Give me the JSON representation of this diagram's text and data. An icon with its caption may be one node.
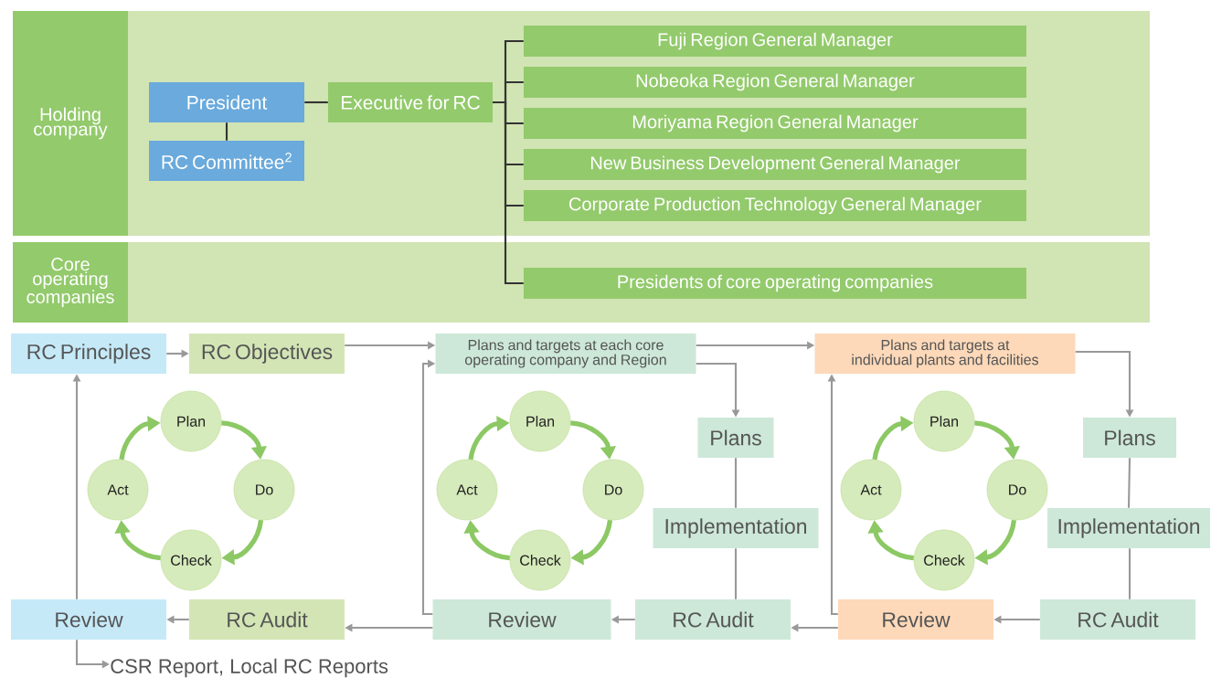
{
  "diagram": {
    "nodes": [
      {
        "text": [
          "Holding company"
        ]
      },
      {
        "text": [
          "President"
        ],
        "in": 0
      },
      {
        "text": [
          "RC Committee$^{2}$"
        ],
        "in": 0
      },
      {
        "text": [
          "Executive for RC"
        ],
        "in": 0
      },
      {
        "text": [
          "Fuji Region General Manager"
        ],
        "in": 0
      },
      {
        "text": [
          "Nobeoka Region General Manager"
        ],
        "in": 0
      },
      {
        "text": [
          "Moriyama Region General Manager"
        ],
        "in": 0
      },
      {
        "text": [
          "New Business Development General Manager"
        ],
        "in": 0
      },
      {
        "text": [
          "Corporate Production Technology General Manager"
        ],
        "in": 0
      },
      {
        "text": [
          "Core operating companies"
        ]
      },
      {
        "text": [
          "Presidents of core operating companies"
        ],
        "in": 9
      },
      {
        "text": [
          "RC Principles"
        ]
      },
      {
        "text": [
          "RC Objectives"
        ]
      },
      {
        "text": [
          "Plans and targets at each core operating company and Region"
        ]
      },
      {
        "text": [
          "Plans and targets at individual plants and facilities"
        ]
      },
      {
        "text": [
          "Plans"
        ]
      },
      {
        "text": [
          "Implementation"
        ]
      },
      {
        "text": [
          "RC Audit"
        ]
      },
      {
        "text": [
          "Review"
        ]
      },
      {
        "text": [
          "Plans"
        ]
      },
      {
        "text": [
          "Implementation"
        ]
      },
      {
        "text": [
          "RC Audit"
        ]
      },
      {
        "text": [
          "Review"
        ]
      },
      {
        "text": [
          "RC Audit"
        ]
      },
      {
        "text": [
          "Review"
        ]
      },
      {
        "text": [
          "CSR Report, Local RC Reports"
        ]
      },
      {
        "text": [
          "Plan"
        ]
      },
      {
        "text": [
          "Do"
        ]
      },
      {
        "text": [
          "Check"
        ]
      },
      {
        "text": [
          "Act"
        ]
      },
      {
        "text": [
          "Plan"
        ]
      },
      {
        "text": [
          "Do"
        ]
      },
      {
        "text": [
          "Check"
        ]
      },
      {
        "text": [
          "Act"
        ]
      },
      {
        "text": [
          "Plan"
        ]
      },
      {
        "text": [
          "Do"
        ]
      },
      {
        "text": [
          "Check"
        ]
      },
      {
        "text": [
          "Act"
        ]
      }
    ],
    "edges": [
      {
        "from": 1,
        "to": 3,
        "arrow": "none",
        "color": "#333333"
      },
      {
        "from": 1,
        "to": 2,
        "arrow": "none",
        "color": "#333333"
      },
      {
        "from": 3,
        "to": 4,
        "arrow": "none",
        "color": "#333333"
      },
      {
        "from": 3,
        "to": 5,
        "arrow": "none",
        "color": "#333333"
      },
      {
        "from": 3,
        "to": 6,
        "arrow": "none",
        "color": "#333333"
      },
      {
        "from": 3,
        "to": 7,
        "arrow": "none",
        "color": "#333333"
      },
      {
        "from": 3,
        "to": 8,
        "arrow": "none",
        "color": "#333333"
      },
      {
        "from": 3,
        "to": 10,
        "arrow": "none",
        "color": "#333333"
      },
      {
        "from": 11,
        "to": 12,
        "arrow": "to"
      },
      {
        "from": 12,
        "to": 13,
        "arrow": "to"
      },
      {
        "from": 13,
        "to": 14,
        "arrow": "to"
      },
      {
        "from": 13,
        "to": 15,
        "arrow": "to"
      },
      {
        "from": 15,
        "to": 16,
        "arrow": "none"
      },
      {
        "from": 16,
        "to": 17,
        "arrow": "none"
      },
      {
        "from": 17,
        "to": 18,
        "arrow": "to"
      },
      {
        "from": 18,
        "to": 13,
        "arrow": "to"
      },
      {
        "from": 18,
        "to": 23,
        "arrow": "to"
      },
      {
        "from": 23,
        "to": 24,
        "arrow": "to"
      },
      {
        "from": 24,
        "to": 11,
        "arrow": "to"
      },
      {
        "from": 24,
        "to": 25,
        "arrow": "to"
      },
      {
        "from": 14,
        "to": 19,
        "arrow": "to"
      },
      {
        "from": 19,
        "to": 20,
        "arrow": "none"
      },
      {
        "from": 20,
        "to": 21,
        "arrow": "none"
      },
      {
        "from": 21,
        "to": 22,
        "arrow": "to"
      },
      {
        "from": 22,
        "to": 14,
        "arrow": "to"
      },
      {
        "from": 22,
        "to": 17,
        "arrow": "to"
      },
      {
        "from": 26,
        "to": 27,
        "arrow": "to",
        "style": "thick",
        "color": "#8cc864"
      },
      {
        "from": 27,
        "to": 28,
        "arrow": "to",
        "style": "thick",
        "color": "#8cc864"
      },
      {
        "from": 28,
        "to": 29,
        "arrow": "to",
        "style": "thick",
        "color": "#8cc864"
      },
      {
        "from": 29,
        "to": 26,
        "arrow": "to",
        "style": "thick",
        "color": "#8cc864"
      },
      {
        "from": 30,
        "to": 31,
        "arrow": "to",
        "style": "thick",
        "color": "#8cc864"
      },
      {
        "from": 31,
        "to": 32,
        "arrow": "to",
        "style": "thick",
        "color": "#8cc864"
      },
      {
        "from": 32,
        "to": 33,
        "arrow": "to",
        "style": "thick",
        "color": "#8cc864"
      },
      {
        "from": 33,
        "to": 30,
        "arrow": "to",
        "style": "thick",
        "color": "#8cc864"
      },
      {
        "from": 34,
        "to": 35,
        "arrow": "to",
        "style": "thick",
        "color": "#8cc864"
      },
      {
        "from": 35,
        "to": 36,
        "arrow": "to",
        "style": "thick",
        "color": "#8cc864"
      },
      {
        "from": 36,
        "to": 37,
        "arrow": "to",
        "style": "thick",
        "color": "#8cc864"
      },
      {
        "from": 37,
        "to": 34,
        "arrow": "to",
        "style": "thick",
        "color": "#8cc864"
      }
    ]
  }
}
